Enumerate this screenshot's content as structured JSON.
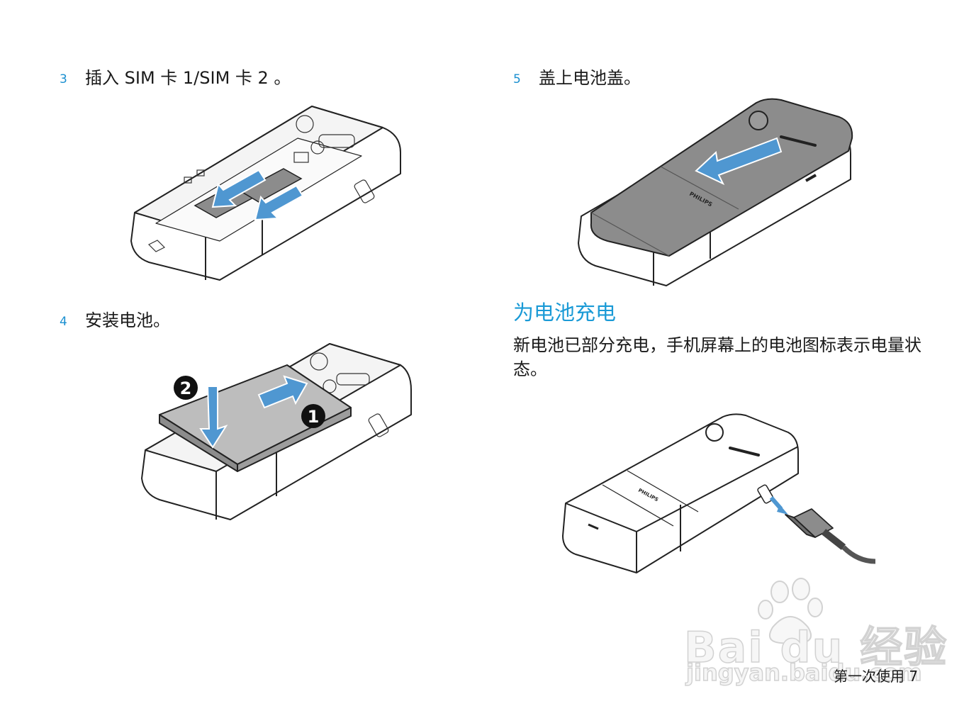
{
  "steps": [
    {
      "num": "3",
      "text": "插入 SIM 卡 1/SIM 卡 2 。"
    },
    {
      "num": "4",
      "text": "安装电池。"
    },
    {
      "num": "5",
      "text": "盖上电池盖。"
    }
  ],
  "section": {
    "heading": "为电池充电",
    "paragraph": "新电池已部分充电，手机屏幕上的电池图标表示电量状态。"
  },
  "illustrations": {
    "step4_markers": [
      "1",
      "2"
    ],
    "brand": "PHILIPS"
  },
  "footer": {
    "text": "第一次使用 7"
  },
  "watermark": {
    "logo": "Bai du 经验",
    "url": "jingyan.baidu.com"
  },
  "colors": {
    "accent": "#1a9ad6",
    "arrow": "#4f97d1",
    "cover": "#8c8c8c"
  }
}
